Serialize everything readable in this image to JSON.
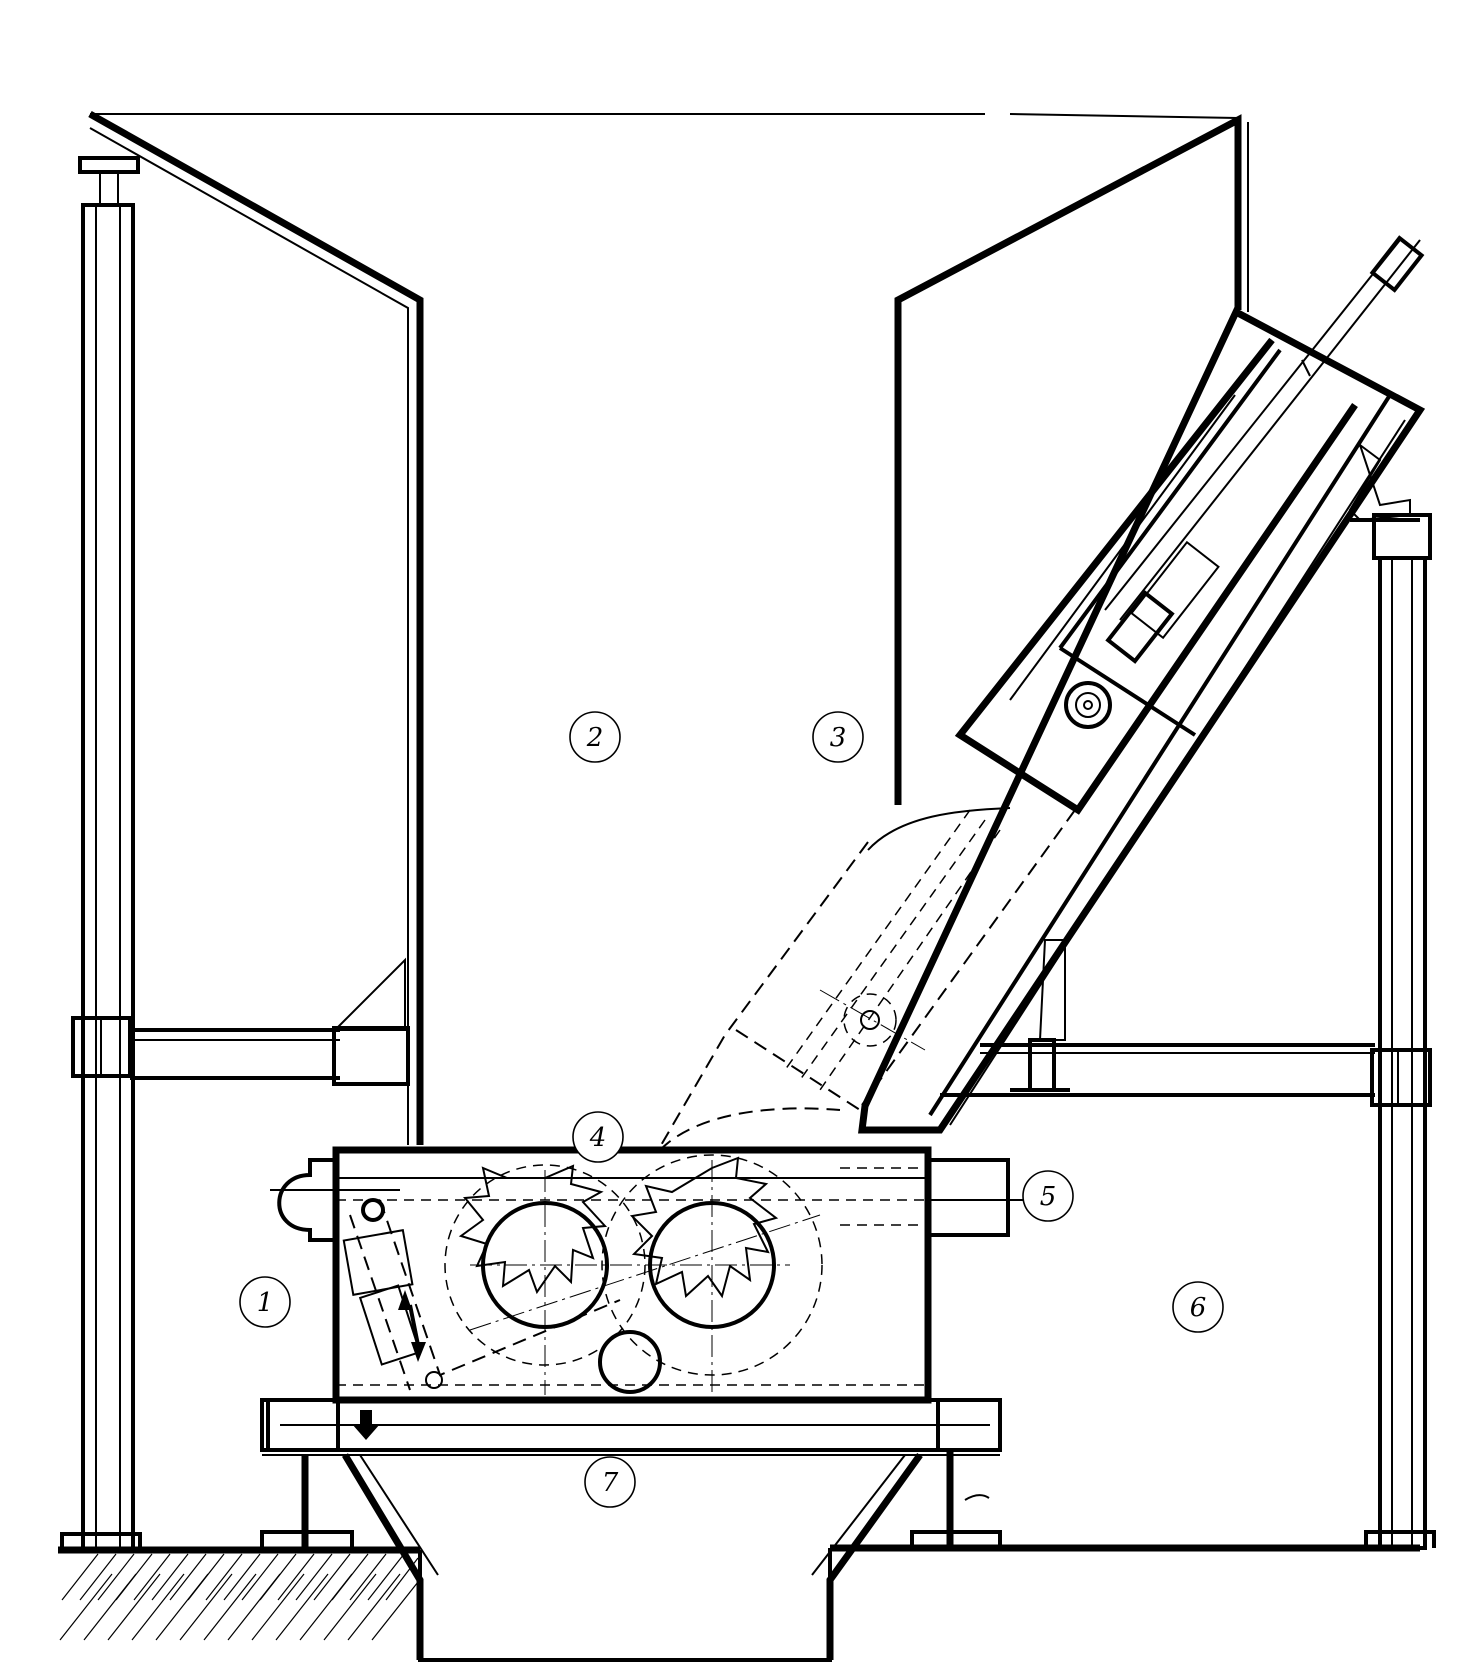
{
  "diagram": {
    "callouts": [
      {
        "id": "callout-1",
        "label": "1"
      },
      {
        "id": "callout-2",
        "label": "2"
      },
      {
        "id": "callout-3",
        "label": "3"
      },
      {
        "id": "callout-4",
        "label": "4"
      },
      {
        "id": "callout-5",
        "label": "5"
      },
      {
        "id": "callout-6",
        "label": "6"
      },
      {
        "id": "callout-7",
        "label": "7"
      }
    ]
  }
}
